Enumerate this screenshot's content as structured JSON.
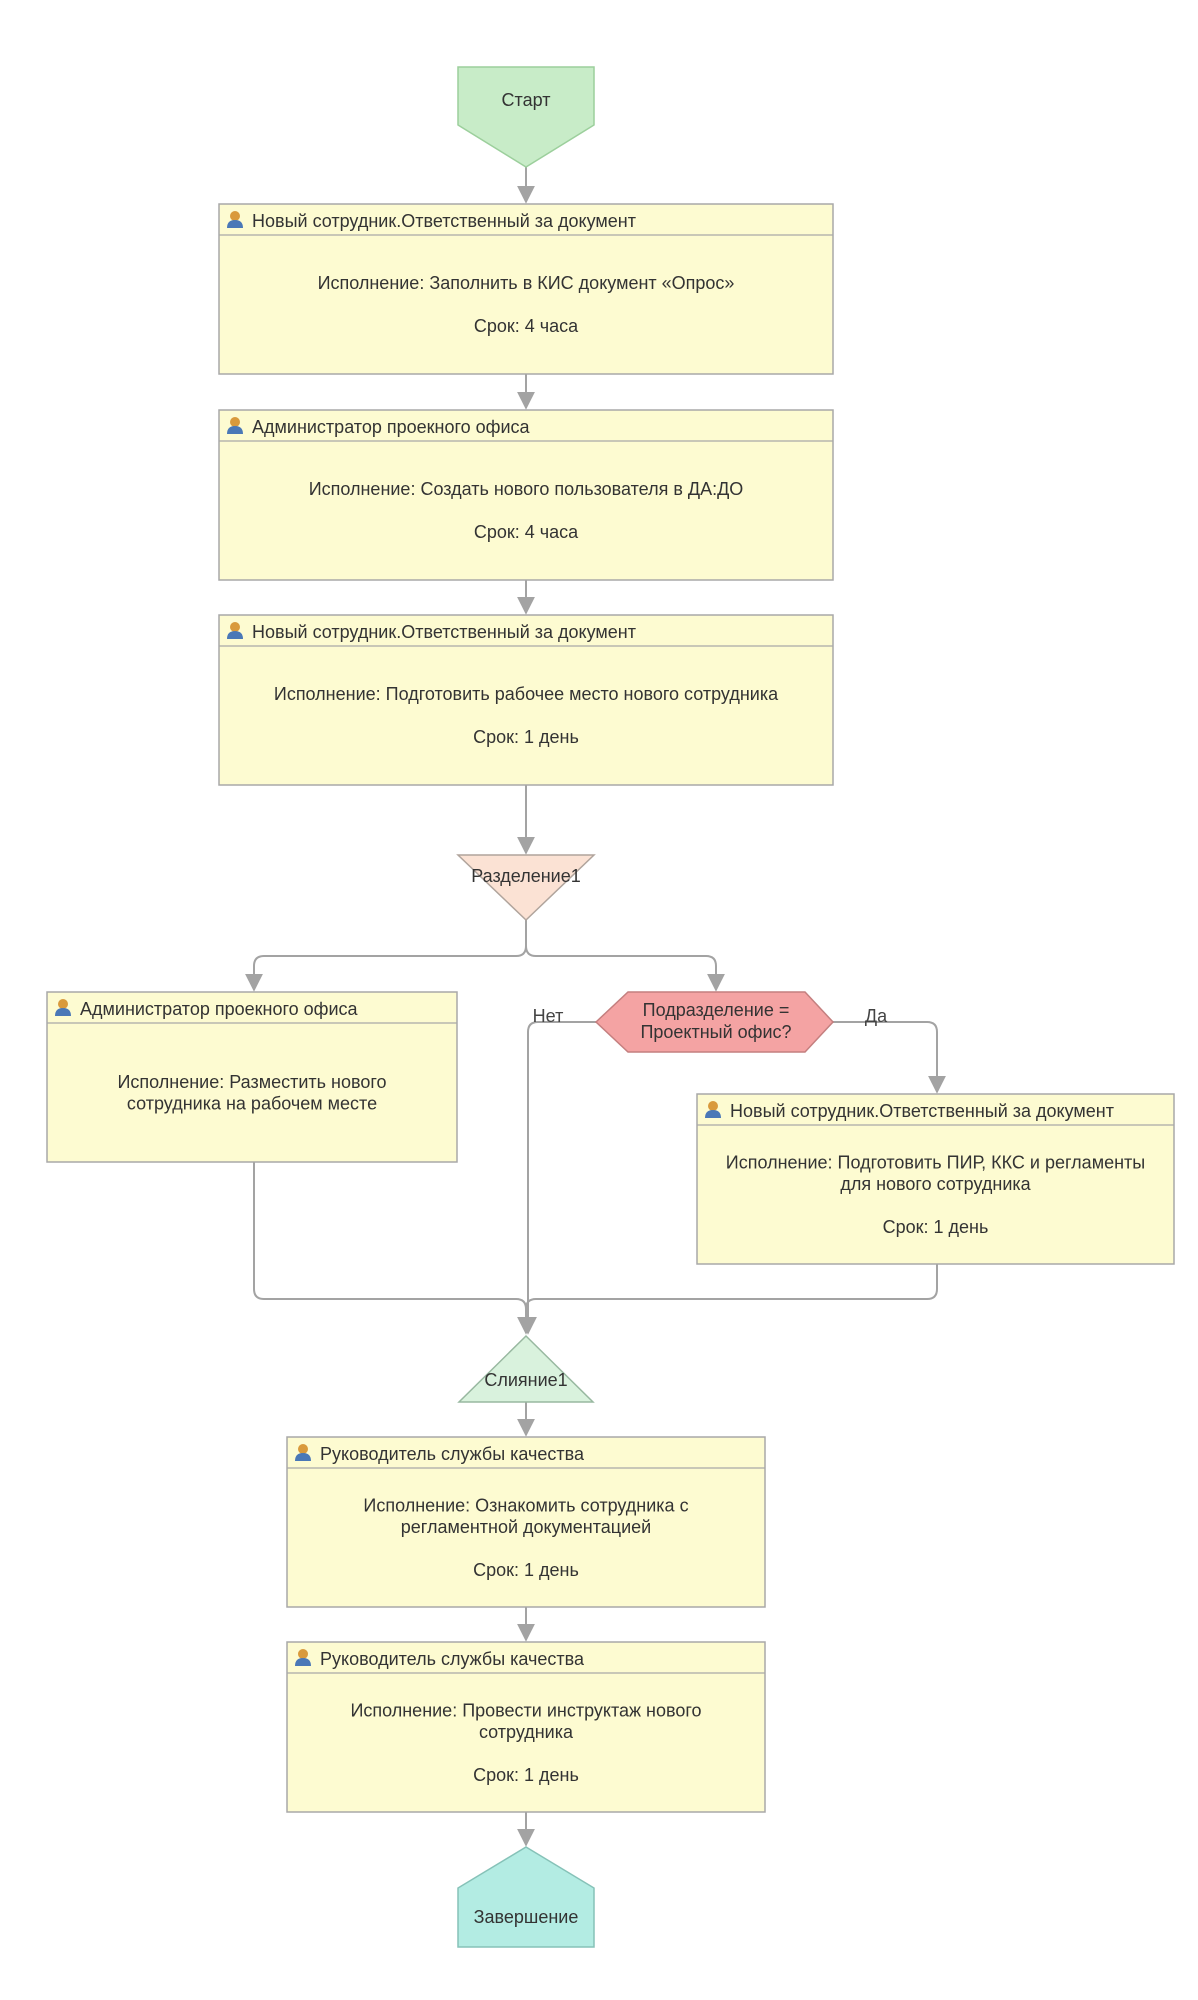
{
  "colors": {
    "start_fill": "#c8ecc8",
    "end_fill": "#b3ece3",
    "task_fill": "#fdfbd1",
    "task_border": "#a8a8a8",
    "split_fill": "#fbe2d4",
    "merge_fill": "#d9f2dd",
    "condition_fill": "#f4a3a3",
    "edge": "#a3a3a3",
    "user_icon_head": "#d99a3c",
    "user_icon_body": "#4a78b7"
  },
  "start": {
    "label": "Старт"
  },
  "end": {
    "label": "Завершение"
  },
  "split": {
    "label": "Разделение1"
  },
  "merge": {
    "label": "Слияние1"
  },
  "condition": {
    "lines": [
      "Подразделение =",
      "Проектный офис?"
    ],
    "no_label": "Нет",
    "yes_label": "Да"
  },
  "tasks": [
    {
      "role": "Новый сотрудник.Ответственный за документ",
      "lines": [
        "Исполнение: Заполнить в КИС документ «Опрос»",
        "",
        "Срок: 4 часа"
      ]
    },
    {
      "role": "Администратор проекного офиса",
      "lines": [
        "Исполнение: Создать нового пользователя в ДА:ДО",
        "",
        "Срок: 4 часа"
      ]
    },
    {
      "role": "Новый сотрудник.Ответственный за документ",
      "lines": [
        "Исполнение: Подготовить рабочее место нового сотрудника",
        "",
        "Срок: 1 день"
      ]
    },
    {
      "role": "Администратор проекного офиса",
      "lines": [
        "Исполнение: Разместить нового",
        "сотрудника на рабочем месте"
      ]
    },
    {
      "role": "Новый сотрудник.Ответственный за документ",
      "lines": [
        "Исполнение: Подготовить ПИР, ККС и регламенты",
        "для нового сотрудника",
        "",
        "Срок: 1 день"
      ]
    },
    {
      "role": "Руководитель службы качества",
      "lines": [
        "Исполнение: Ознакомить сотрудника с",
        "регламентной документацией",
        "",
        "Срок: 1 день"
      ]
    },
    {
      "role": "Руководитель службы качества",
      "lines": [
        "Исполнение: Провести инструктаж нового",
        "сотрудника",
        "",
        "Срок: 1 день"
      ]
    }
  ]
}
